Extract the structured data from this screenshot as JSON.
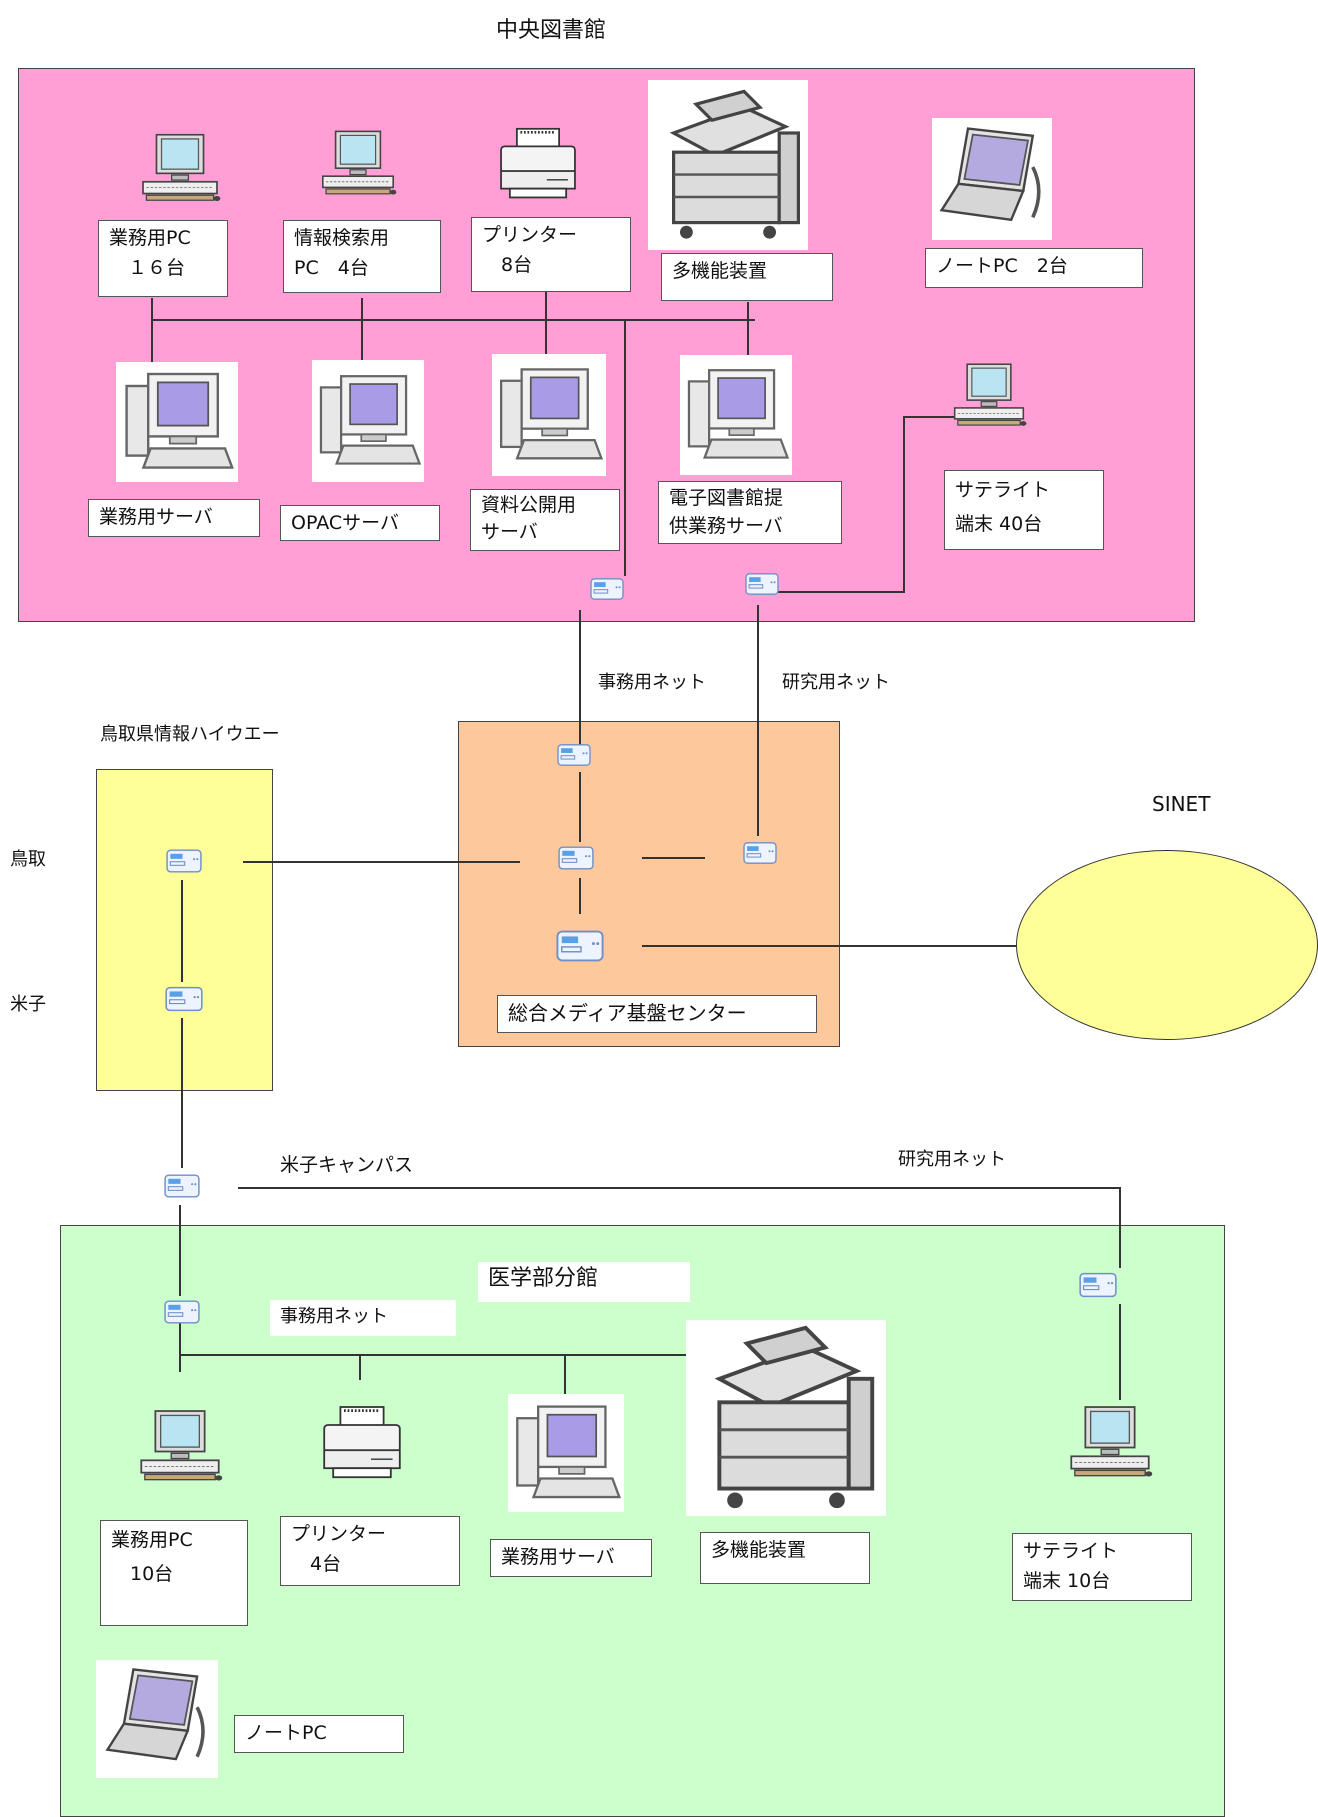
{
  "central_library": {
    "title": "中央図書館",
    "devices": {
      "work_pc": "業務用PC\n　１６台",
      "search_pc": "情報検索用\nPC　4台",
      "printer": "プリンター\n　8台",
      "mfp": "多機能装置",
      "notebook": "ノートPC　2台",
      "work_server": "業務用サーバ",
      "opac_server": "OPACサーバ",
      "public_server": "資料公開用\nサーバ",
      "elib_server": "電子図書館提\n供業務サーバ",
      "satellite": "サテライト\n端末 40台"
    }
  },
  "networks": {
    "office_net": "事務用ネット",
    "research_net": "研究用ネット"
  },
  "highway": {
    "title": "鳥取県情報ハイウエー",
    "tottori": "鳥取",
    "yonago": "米子"
  },
  "media_center": {
    "title": "総合メディア基盤センター"
  },
  "sinet": {
    "title": "SINET"
  },
  "yonago_campus": {
    "title": "米子キャンパス",
    "research_net": "研究用ネット"
  },
  "medical_library": {
    "title": "医学部分館",
    "office_net": "事務用ネット",
    "devices": {
      "work_pc": "業務用PC\n　10台",
      "printer": "プリンター\n　4台",
      "work_server": "業務用サーバ",
      "mfp": "多機能装置",
      "satellite": "サテライト\n端末 10台",
      "notebook": "ノートPC"
    }
  },
  "colors": {
    "central_bg": "#ff9fd6",
    "media_bg": "#fcc89c",
    "highway_bg": "#ffff99",
    "medical_bg": "#ccffcc",
    "sinet_bg": "#ffff99"
  }
}
